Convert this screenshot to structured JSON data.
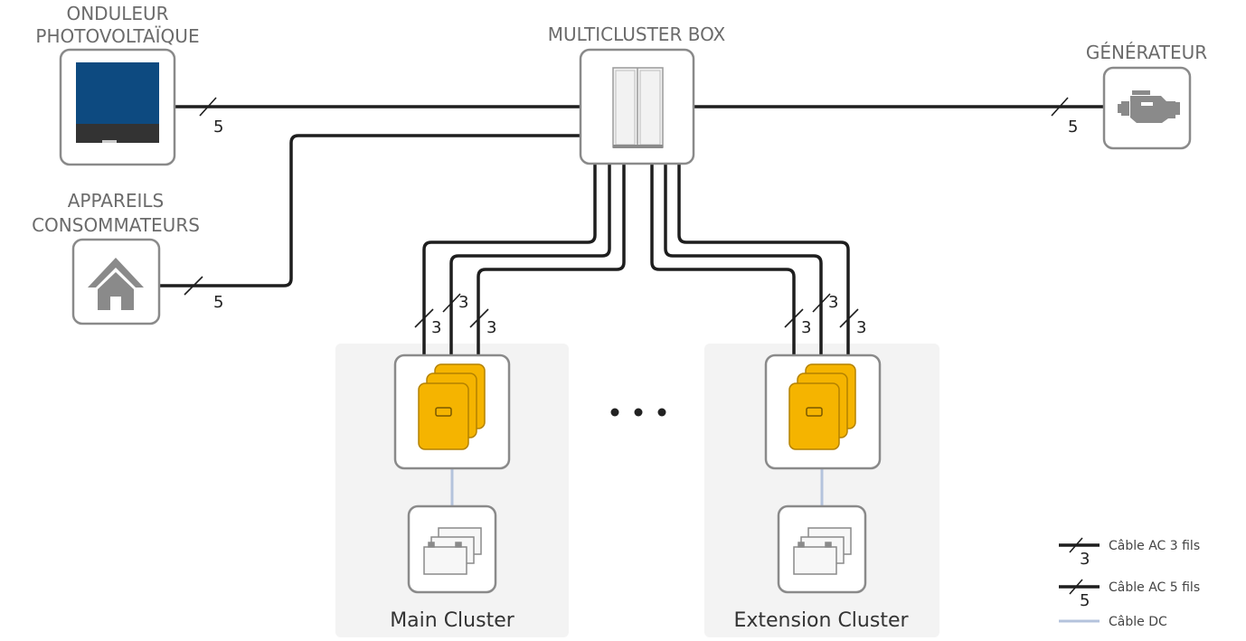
{
  "labels": {
    "pv_line1": "ONDULEUR",
    "pv_line2": "PHOTOVOLTAÏQUE",
    "loads_line1": "APPAREILS",
    "loads_line2": "CONSOMMATEURS",
    "box": "MULTICLUSTER BOX",
    "generator": "GÉNÉRATEUR",
    "main_cluster": "Main Cluster",
    "extension_cluster": "Extension Cluster"
  },
  "cable_counts": {
    "pv": "5",
    "loads": "5",
    "generator": "5",
    "main_a": "3",
    "main_b": "3",
    "main_c": "3",
    "ext_a": "3",
    "ext_b": "3",
    "ext_c": "3"
  },
  "legend": [
    {
      "symbol": "3",
      "label": "Câble AC 3 fils"
    },
    {
      "symbol": "5",
      "label": "Câble AC 5 fils"
    },
    {
      "symbol": "",
      "label": "Câble DC"
    }
  ],
  "colors": {
    "ac_cable": "#1e1e1e",
    "dc_cable": "#b4c3dc",
    "inverter_yellow": "#f5b400",
    "pv_screen": "#0d4a80",
    "device_gray": "#8a8a8a",
    "cluster_bg": "#f3f3f3"
  },
  "icons": {
    "pv": "pv-inverter-icon",
    "loads": "house-icon",
    "box": "cabinet-icon",
    "generator": "engine-icon",
    "inverter": "sunny-island-icon",
    "battery": "battery-icon"
  }
}
